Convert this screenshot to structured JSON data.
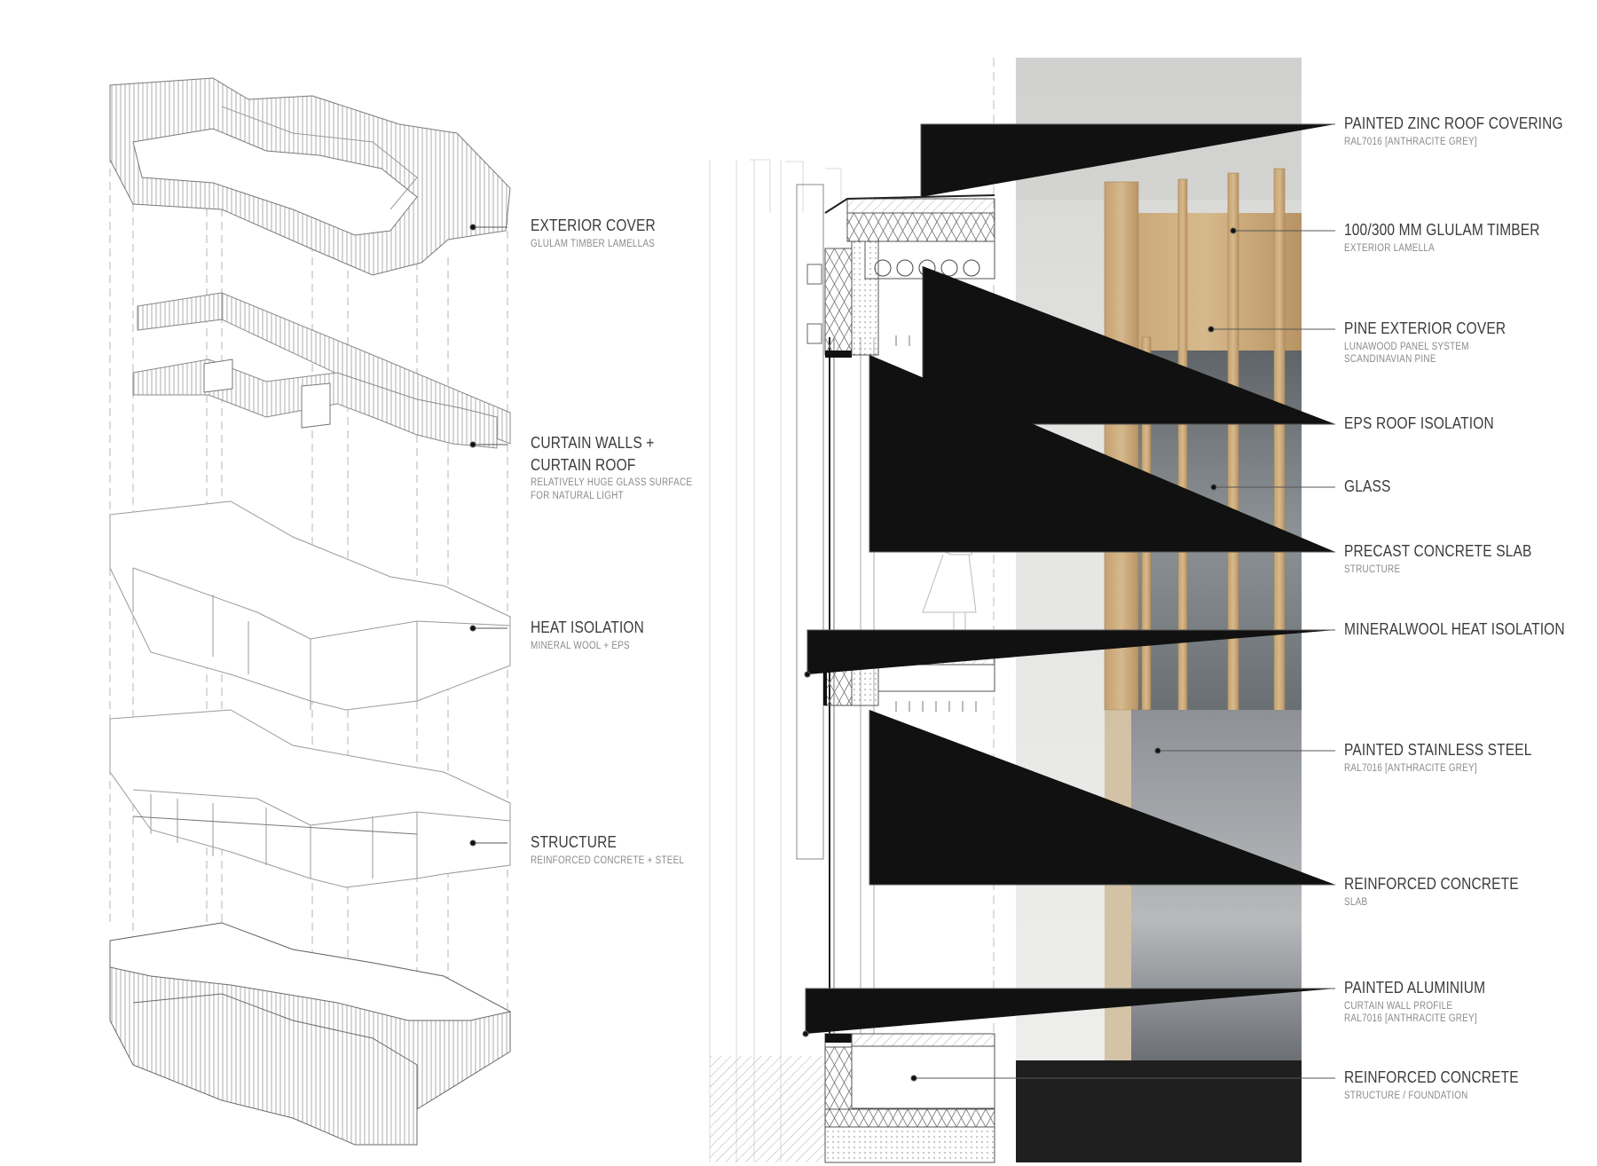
{
  "exploded_axonometric": {
    "layers": [
      {
        "title": "EXTERIOR COVER",
        "subtitle_lines": [
          "GLULAM TIMBER LAMELLAS"
        ]
      },
      {
        "title": "CURTAIN WALLS +",
        "title_line2": "CURTAIN ROOF",
        "subtitle_lines": [
          "RELATIVELY HUGE GLASS SURFACE",
          "FOR NATURAL LIGHT"
        ]
      },
      {
        "title": "HEAT ISOLATION",
        "subtitle_lines": [
          "MINERAL WOOL + EPS"
        ]
      },
      {
        "title": "STRUCTURE",
        "subtitle_lines": [
          "REINFORCED CONCRETE + STEEL"
        ]
      }
    ]
  },
  "facade_section": {
    "labels": [
      {
        "title": "PAINTED ZINC ROOF COVERING",
        "subtitle_lines": [
          "RAL7016 [ANTHRACITE GREY]"
        ]
      },
      {
        "title": "100/300 MM GLULAM TIMBER",
        "subtitle_lines": [
          "EXTERIOR LAMELLA"
        ]
      },
      {
        "title": "PINE EXTERIOR COVER",
        "subtitle_lines": [
          "LUNAWOOD PANEL SYSTEM",
          "SCANDINAVIAN PINE"
        ]
      },
      {
        "title": "EPS ROOF ISOLATION",
        "subtitle_lines": []
      },
      {
        "title": "GLASS",
        "subtitle_lines": []
      },
      {
        "title": "PRECAST CONCRETE SLAB",
        "subtitle_lines": [
          "STRUCTURE"
        ]
      },
      {
        "title": "MINERALWOOL HEAT ISOLATION",
        "subtitle_lines": []
      },
      {
        "title": "PAINTED STAINLESS STEEL",
        "subtitle_lines": [
          "RAL7016 [ANTHRACITE GREY]"
        ]
      },
      {
        "title": "REINFORCED CONCRETE",
        "subtitle_lines": [
          "SLAB"
        ]
      },
      {
        "title": "PAINTED ALUMINIUM",
        "subtitle_lines": [
          "CURTAIN WALL PROFILE",
          "RAL7016 [ANTHRACITE GREY]"
        ]
      },
      {
        "title": "REINFORCED CONCRETE",
        "subtitle_lines": [
          "STRUCTURE / FOUNDATION"
        ]
      }
    ]
  },
  "colors": {
    "line": "#555555",
    "text": "#3b3b3b",
    "subtext": "#8a8a8a",
    "timber": "#c9a978",
    "glass": "#6f7478",
    "concrete_sky": "#d8d8d6",
    "foundation": "#1f1f1f"
  }
}
